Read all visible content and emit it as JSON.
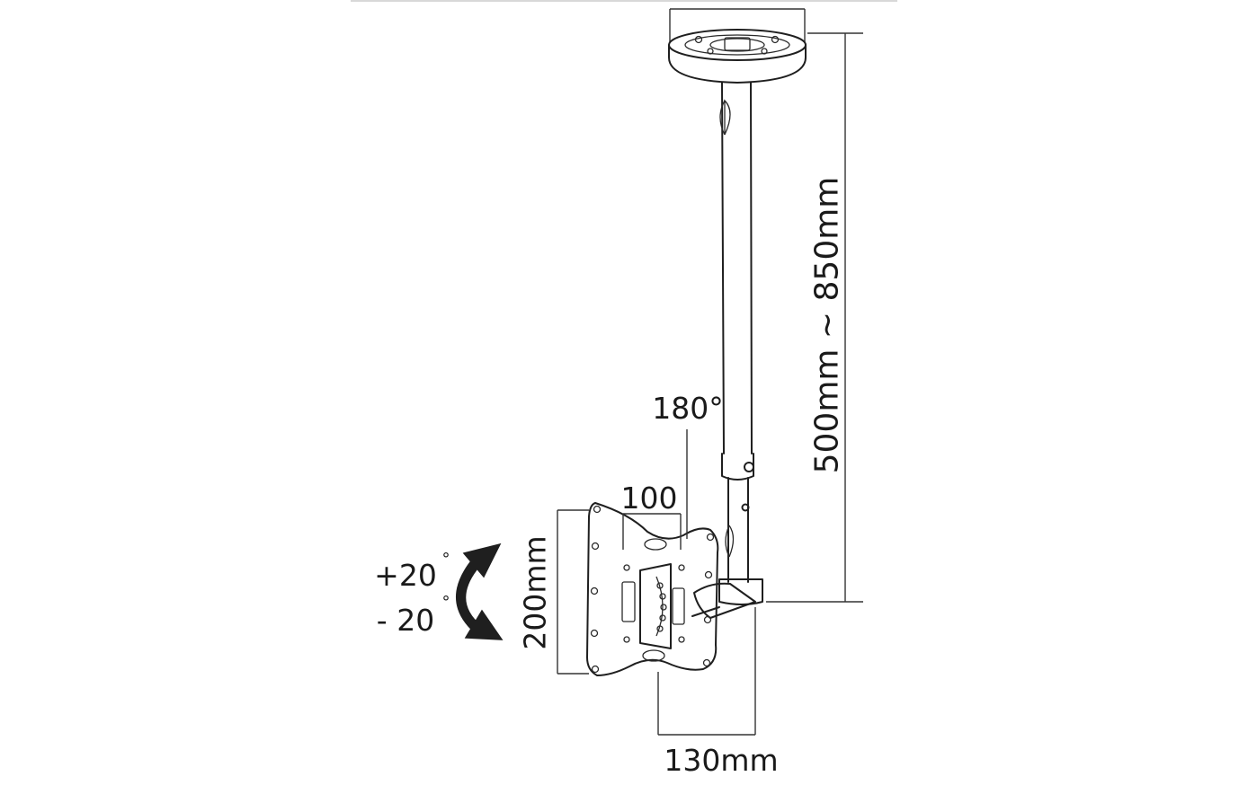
{
  "labels": {
    "height_range": "500mm ~ 850mm",
    "rotation": "180°",
    "vesa_horizontal": "100",
    "vesa_vertical": "200mm",
    "wall_depth": "130mm",
    "tilt_plus": "+20",
    "tilt_minus": "- 20",
    "degree_symbol": "°"
  }
}
